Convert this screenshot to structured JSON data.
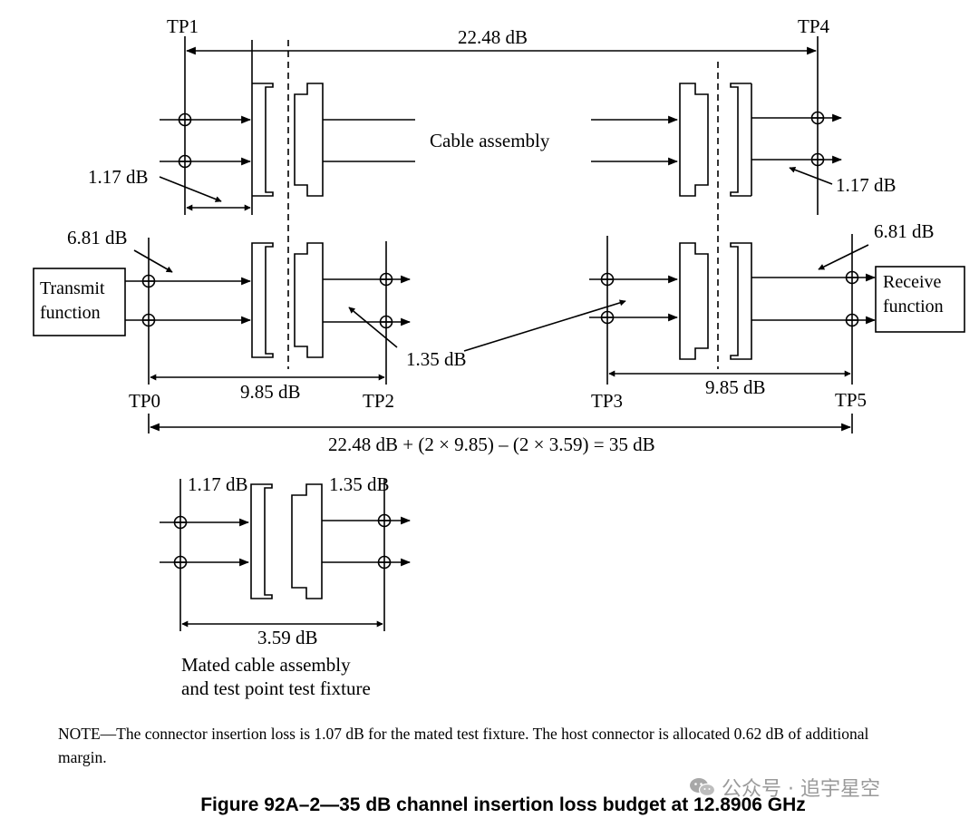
{
  "diagram": {
    "test_points": {
      "tp0": "TP0",
      "tp1": "TP1",
      "tp2": "TP2",
      "tp3": "TP3",
      "tp4": "TP4",
      "tp5": "TP5"
    },
    "labels": {
      "cable_total": "22.48 dB",
      "cable_assembly": "Cable assembly",
      "cable_conn_left": "1.17 dB",
      "cable_conn_right": "1.17 dB",
      "host_tx": "6.81 dB",
      "host_rx": "6.81 dB",
      "fixture_loss": "1.35 dB",
      "tp0_tp2": "9.85 dB",
      "tp3_tp5": "9.85 dB",
      "channel_total": "22.48 dB + (2 × 9.85) – (2 × 3.59) = 35 dB",
      "mated_left": "1.17 dB",
      "mated_right": "1.35 dB",
      "mated_total": "3.59 dB",
      "mated_desc_line1": "Mated cable assembly",
      "mated_desc_line2": "and test point test fixture"
    },
    "boxes": {
      "transmit_line1": "Transmit",
      "transmit_line2": "function",
      "receive_line1": "Receive",
      "receive_line2": "function"
    }
  },
  "note": "NOTE—The connector insertion loss is 1.07 dB for the mated test fixture. The host connector is allocated 0.62 dB of additional margin.",
  "caption": "Figure 92A–2—35 dB channel insertion loss budget at 12.8906 GHz",
  "watermark": "公众号 · 追宇星空"
}
